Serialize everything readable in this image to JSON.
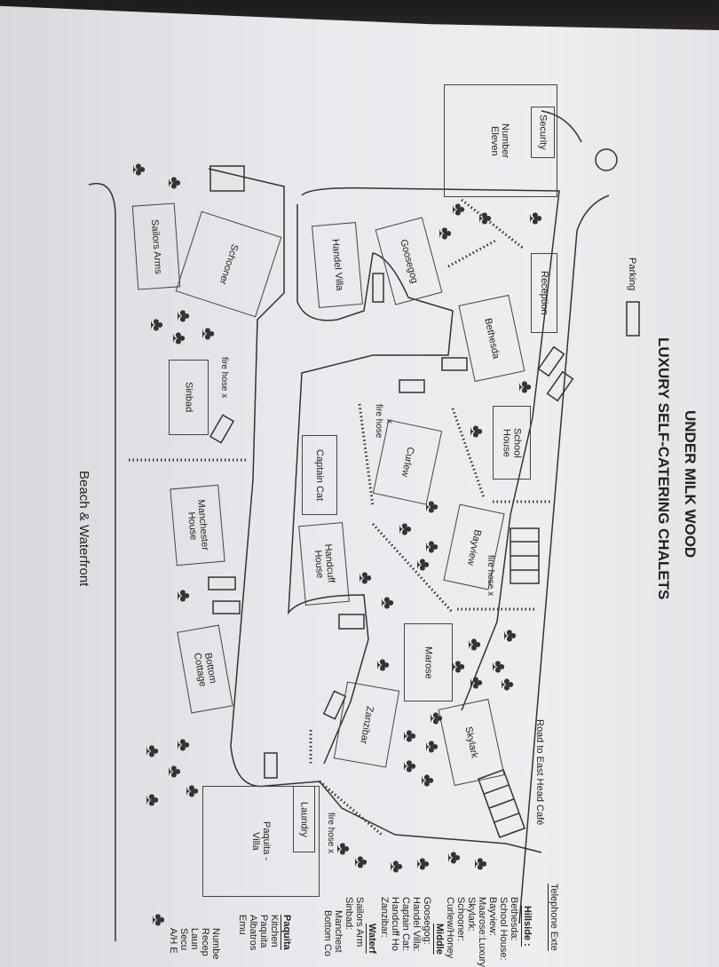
{
  "title": "UNDER MILK WOOD",
  "subtitle": "LUXURY SELF-CATERING CHALETS",
  "labels": {
    "parking": "Parking",
    "beach": "Beach & Waterfront",
    "road": "Road to East Head Café",
    "fire_hose": "fire hose x",
    "fire_hose_curlew": "x\nfire hose"
  },
  "buildings": {
    "security": "Security",
    "number_eleven": "Number\nEleven",
    "reception": "Reception",
    "sailors_arms": "Sailors Arms",
    "schooner": "Schooner",
    "handel_villa": "Handel Villa",
    "goosegog": "Goosegog",
    "bethesda": "Bethesda",
    "sinbad": "Sinbad",
    "school_house": "School\nHouse",
    "curlew": "Curlew",
    "captain_cat": "Captain Cat",
    "manchester_house": "Manchester\nHouse",
    "handcuff_house": "Handcuff\nHouse",
    "bayview": "Bayview",
    "bottom_cottage": "Bottom\nCottage",
    "marose": "Marose",
    "zanzibar": "Zanzibar",
    "skylark": "Skylark",
    "laundry": "Laundry",
    "paquita_villa": "Paquita -\nVilla"
  },
  "telephone": {
    "heading": "Telephone Exte",
    "hillside_heading": "Hillside :",
    "hillside": [
      "Bethesda:",
      "School House:",
      "Bayview:",
      "Maarose:Luxury",
      "Skylark:",
      "Schooner:",
      "Curlew/Honey"
    ],
    "middle_heading": "Middle",
    "middle": [
      "Goosegog:",
      "Handel Villa:",
      "Captain Cat:",
      "Handcuff Ho",
      "Zanzibar:"
    ],
    "waterfront_heading": "Waterf",
    "waterfront": [
      "Sailors Arm",
      "Sinbad:",
      "Manchest",
      "Bottom Co"
    ],
    "paquita_heading": "Paquita",
    "paquita": [
      "Kitchen",
      "Paquita",
      "Albatros",
      "Emu"
    ],
    "other": [
      "Numbe",
      "Recep",
      "Laun",
      "Secu",
      "A/H E"
    ]
  }
}
